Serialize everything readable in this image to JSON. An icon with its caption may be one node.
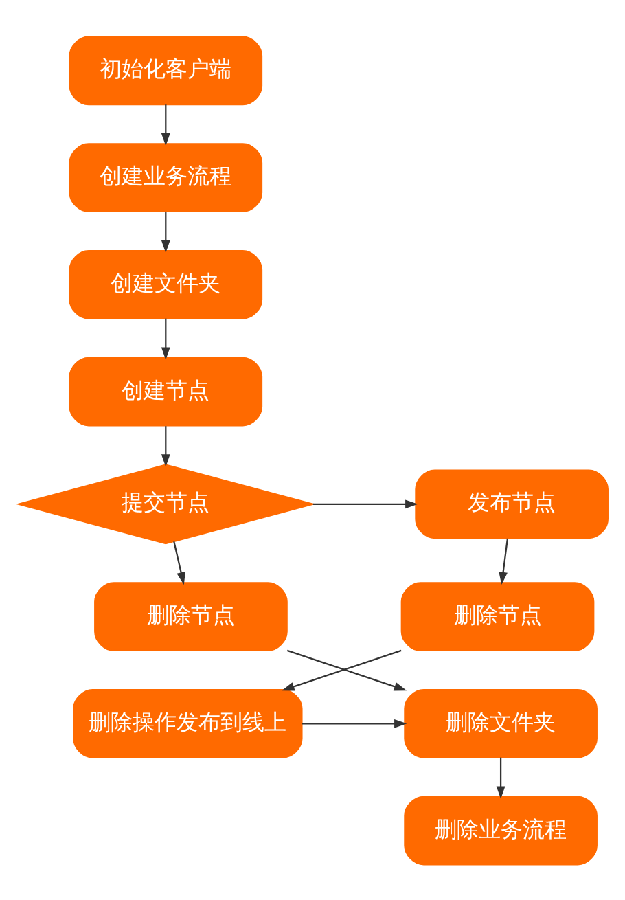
{
  "diagram": {
    "nodes": [
      {
        "text": [
          "初始化客户端"
        ]
      },
      {
        "text": [
          "创建业务流程"
        ]
      },
      {
        "text": [
          "创建文件夹"
        ]
      },
      {
        "text": [
          "创建节点"
        ]
      },
      {
        "text": [
          "提交节点"
        ]
      },
      {
        "text": [
          "发布节点"
        ]
      },
      {
        "text": [
          "删除节点"
        ]
      },
      {
        "text": [
          "删除节点"
        ]
      },
      {
        "text": [
          "删除文件夹"
        ]
      },
      {
        "text": [
          "删除操作发布到线上"
        ]
      },
      {
        "text": [
          "删除业务流程"
        ]
      }
    ],
    "edges": [
      {
        "from": 0,
        "to": 1,
        "arrow": "to"
      },
      {
        "from": 1,
        "to": 2,
        "arrow": "to"
      },
      {
        "from": 2,
        "to": 3,
        "arrow": "to"
      },
      {
        "from": 3,
        "to": 4,
        "arrow": "to"
      },
      {
        "from": 4,
        "to": 5,
        "arrow": "to"
      },
      {
        "from": 4,
        "to": 6,
        "arrow": "to"
      },
      {
        "from": 5,
        "to": 7,
        "arrow": "to"
      },
      {
        "from": 7,
        "to": 9,
        "arrow": "to"
      },
      {
        "from": 9,
        "to": 8,
        "arrow": "to"
      },
      {
        "from": 6,
        "to": 8,
        "arrow": "to"
      },
      {
        "from": 8,
        "to": 10,
        "arrow": "to"
      }
    ]
  }
}
